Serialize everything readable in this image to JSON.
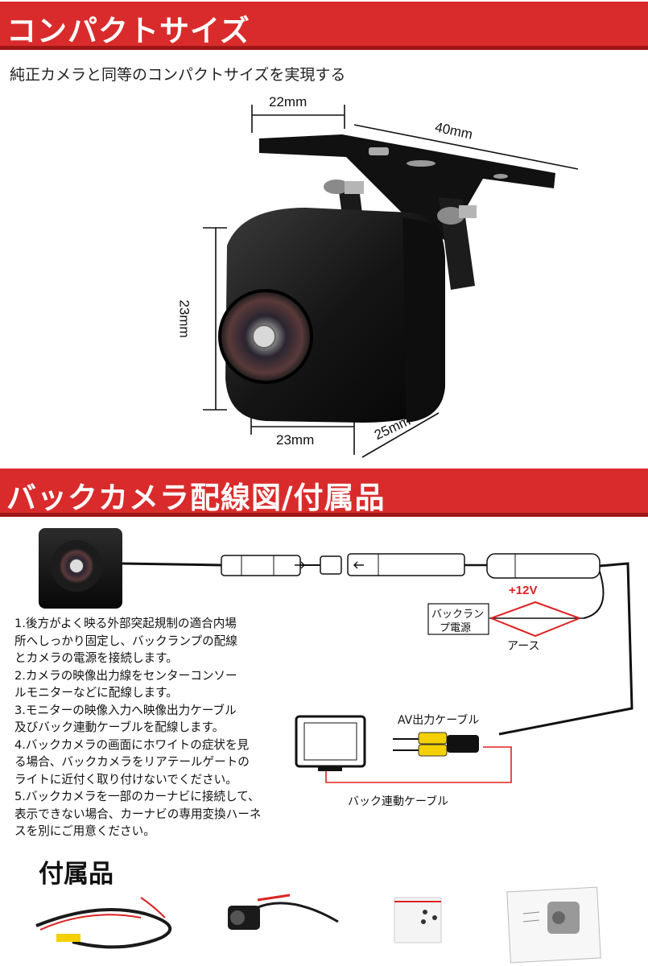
{
  "section1": {
    "title": "コンパクトサイズ",
    "subtitle": "純正カメラと同等のコンパクトサイズを実現する"
  },
  "dimensions": {
    "top_width": "22mm",
    "bracket_length": "40mm",
    "height": "23mm",
    "front_width": "23mm",
    "depth": "25mm"
  },
  "section2": {
    "title": "バックカメラ配線図/付属品"
  },
  "diagram": {
    "voltage": "+12V",
    "lamp_box_line1": "バックラン",
    "lamp_box_line2": "プ電源",
    "ground": "アース",
    "av_cable": "AV出力ケーブル",
    "back_cable": "バック連動ケーブル"
  },
  "instructions": [
    "1.後方がよく映る外部突起規制の適合内場",
    "所へしっかり固定し、バックランプの配線",
    "とカメラの電源を接続します。",
    "2.カメラの映像出力線をセンターコンソー",
    "ルモニターなどに配線します。",
    "3.モニターの映像入力へ映像出力ケーブル",
    "及びバック連動ケーブルを配線します。",
    "4.バックカメラの画面にホワイトの症状を見",
    "る場合、バックカメラをリアテールゲートの",
    "ライトに近付く取り付けないでください。",
    "5.バックカメラを一部のカーナビに接続して、",
    "表示できない場合、カーナビの専用変換ハーネ",
    "スを別にご用意ください。"
  ],
  "accessories": {
    "title": "付属品"
  },
  "colors": {
    "banner_red": "#d92b2b",
    "plus12v_red": "#e02020",
    "rca_yellow": "#f5d000"
  }
}
